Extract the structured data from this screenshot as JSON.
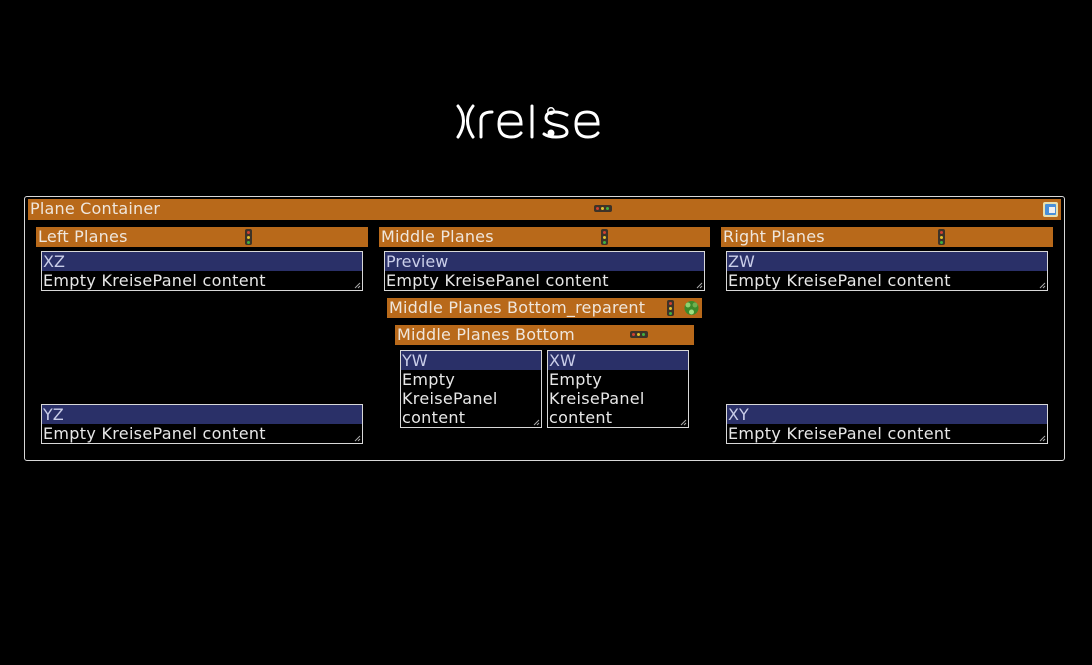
{
  "logo": {
    "text": "kreise"
  },
  "container": {
    "title": "Plane Container"
  },
  "left": {
    "title": "Left Planes",
    "top": {
      "title": "XZ",
      "content": "Empty KreisePanel content"
    },
    "bottom": {
      "title": "YZ",
      "content": "Empty KreisePanel content"
    }
  },
  "middle": {
    "title": "Middle Planes",
    "preview": {
      "title": "Preview",
      "content": "Empty KreisePanel content"
    },
    "reparent": {
      "title": "Middle Planes Bottom_reparent"
    },
    "bottom": {
      "title": "Middle Planes Bottom",
      "yw": {
        "title": "YW",
        "content": "Empty KreisePanel content"
      },
      "xw": {
        "title": "XW",
        "content": "Empty KreisePanel content"
      }
    }
  },
  "right": {
    "title": "Right Planes",
    "top": {
      "title": "ZW",
      "content": "Empty KreisePanel content"
    },
    "bottom": {
      "title": "XY",
      "content": "Empty KreisePanel content"
    }
  },
  "colors": {
    "background": "#000000",
    "bar": "#b8691a",
    "panel_title": "#2a3068"
  },
  "icons": [
    "traffic-light-icon",
    "detach-window-icon",
    "recycle-icon"
  ]
}
